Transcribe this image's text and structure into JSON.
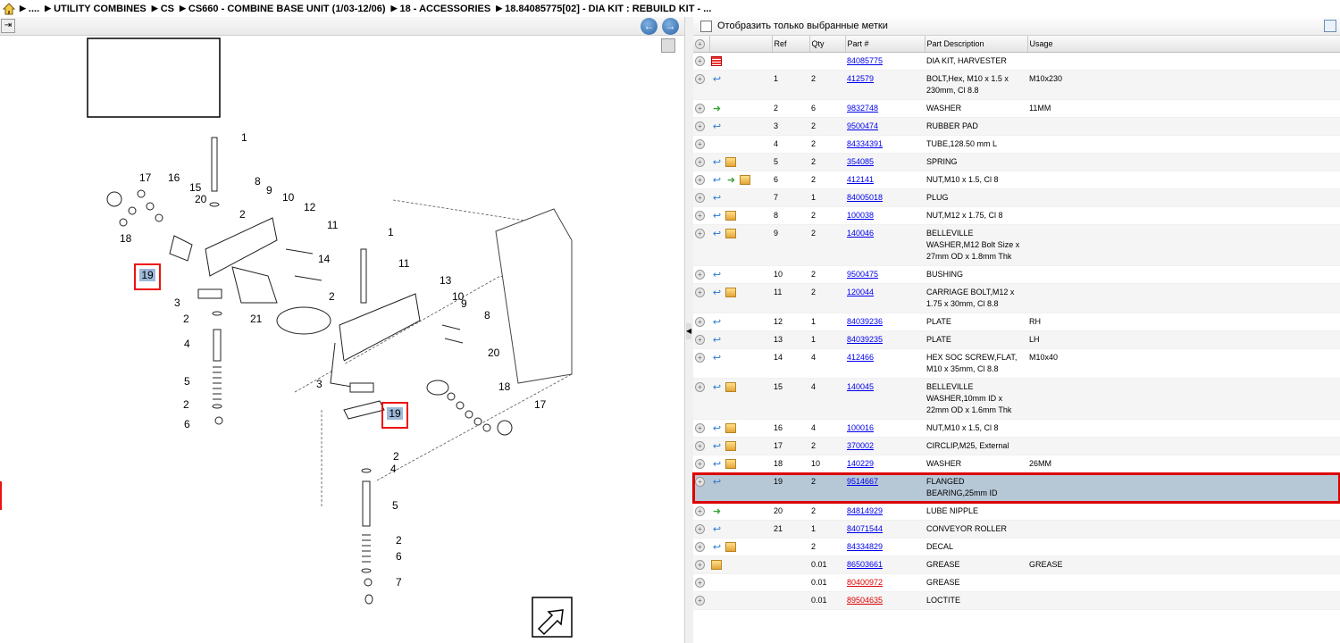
{
  "breadcrumb": {
    "items": [
      "....",
      "UTILITY COMBINES",
      "CS",
      "CS660 - COMBINE BASE UNIT (1/03-12/06)",
      "18 - ACCESSORIES",
      "18.84085775[02] - DIA KIT : REBUILD KIT - ..."
    ]
  },
  "filter": {
    "label": "Отобразить только выбранные метки"
  },
  "columns": [
    "Ref",
    "Qty",
    "Part #",
    "Part Description",
    "Usage"
  ],
  "rows": [
    {
      "icons": [
        "red-list"
      ],
      "ref": "",
      "qty": "",
      "part": "84085775",
      "desc": "DIA KIT, HARVESTER",
      "usage": ""
    },
    {
      "icons": [
        "blue-arrow"
      ],
      "ref": "1",
      "qty": "2",
      "part": "412579",
      "desc": "BOLT,Hex, M10 x 1.5 x 230mm, Cl 8.8",
      "usage": "M10x230"
    },
    {
      "icons": [
        "green-arrow"
      ],
      "ref": "2",
      "qty": "6",
      "part": "9832748",
      "desc": "WASHER",
      "usage": "11MM"
    },
    {
      "icons": [
        "blue-arrow"
      ],
      "ref": "3",
      "qty": "2",
      "part": "9500474",
      "desc": "RUBBER PAD",
      "usage": ""
    },
    {
      "icons": [],
      "ref": "4",
      "qty": "2",
      "part": "84334391",
      "desc": "TUBE,128.50 mm L",
      "usage": ""
    },
    {
      "icons": [
        "blue-arrow",
        "box"
      ],
      "ref": "5",
      "qty": "2",
      "part": "354085",
      "desc": "SPRING",
      "usage": ""
    },
    {
      "icons": [
        "blue-arrow",
        "green-arrow",
        "box"
      ],
      "ref": "6",
      "qty": "2",
      "part": "412141",
      "desc": "NUT,M10 x 1.5, Cl 8",
      "usage": ""
    },
    {
      "icons": [
        "blue-arrow"
      ],
      "ref": "7",
      "qty": "1",
      "part": "84005018",
      "desc": "PLUG",
      "usage": ""
    },
    {
      "icons": [
        "blue-arrow",
        "box"
      ],
      "ref": "8",
      "qty": "2",
      "part": "100038",
      "desc": "NUT,M12 x 1.75, Cl 8",
      "usage": ""
    },
    {
      "icons": [
        "blue-arrow",
        "box"
      ],
      "ref": "9",
      "qty": "2",
      "part": "140046",
      "desc": "BELLEVILLE WASHER,M12 Bolt Size x 27mm OD x 1.8mm Thk",
      "usage": ""
    },
    {
      "icons": [
        "blue-arrow"
      ],
      "ref": "10",
      "qty": "2",
      "part": "9500475",
      "desc": "BUSHING",
      "usage": ""
    },
    {
      "icons": [
        "blue-arrow",
        "box"
      ],
      "ref": "11",
      "qty": "2",
      "part": "120044",
      "desc": "CARRIAGE BOLT,M12 x 1.75 x 30mm, Cl 8.8",
      "usage": ""
    },
    {
      "icons": [
        "blue-arrow"
      ],
      "ref": "12",
      "qty": "1",
      "part": "84039236",
      "desc": "PLATE",
      "usage": "RH"
    },
    {
      "icons": [
        "blue-arrow"
      ],
      "ref": "13",
      "qty": "1",
      "part": "84039235",
      "desc": "PLATE",
      "usage": "LH"
    },
    {
      "icons": [
        "blue-arrow"
      ],
      "ref": "14",
      "qty": "4",
      "part": "412466",
      "desc": "HEX SOC SCREW,FLAT, M10 x 35mm, Cl 8.8",
      "usage": "M10x40"
    },
    {
      "icons": [
        "blue-arrow",
        "box"
      ],
      "ref": "15",
      "qty": "4",
      "part": "140045",
      "desc": "BELLEVILLE WASHER,10mm ID x 22mm OD x 1.6mm Thk",
      "usage": ""
    },
    {
      "icons": [
        "blue-arrow",
        "box"
      ],
      "ref": "16",
      "qty": "4",
      "part": "100016",
      "desc": "NUT,M10 x 1.5, Cl 8",
      "usage": ""
    },
    {
      "icons": [
        "blue-arrow",
        "box"
      ],
      "ref": "17",
      "qty": "2",
      "part": "370002",
      "desc": "CIRCLIP,M25, External",
      "usage": ""
    },
    {
      "icons": [
        "blue-arrow",
        "box"
      ],
      "ref": "18",
      "qty": "10",
      "part": "140229",
      "desc": "WASHER",
      "usage": "26MM"
    },
    {
      "icons": [
        "blue-arrow"
      ],
      "ref": "19",
      "qty": "2",
      "part": "9514667",
      "desc": "FLANGED BEARING,25mm ID",
      "usage": "",
      "selected": true
    },
    {
      "icons": [
        "green-arrow"
      ],
      "ref": "20",
      "qty": "2",
      "part": "84814929",
      "desc": "LUBE NIPPLE",
      "usage": ""
    },
    {
      "icons": [
        "blue-arrow"
      ],
      "ref": "21",
      "qty": "1",
      "part": "84071544",
      "desc": "CONVEYOR ROLLER",
      "usage": ""
    },
    {
      "icons": [
        "blue-arrow",
        "box"
      ],
      "ref": "",
      "qty": "2",
      "part": "84334829",
      "desc": "DECAL",
      "usage": ""
    },
    {
      "icons": [
        "box"
      ],
      "ref": "",
      "qty": "0.01",
      "part": "86503661",
      "desc": "GREASE",
      "usage": "GREASE"
    },
    {
      "icons": [],
      "ref": "",
      "qty": "0.01",
      "part": "80400972",
      "desc": "GREASE",
      "usage": "",
      "red": true
    },
    {
      "icons": [],
      "ref": "",
      "qty": "0.01",
      "part": "89504635",
      "desc": "LOCTITE",
      "usage": "",
      "red": true
    }
  ],
  "diagram": {
    "callouts": [
      "19",
      "19"
    ],
    "labels": [
      "1",
      "2",
      "3",
      "2",
      "4",
      "5",
      "2",
      "6",
      "17",
      "16",
      "15",
      "20",
      "18",
      "8",
      "9",
      "10",
      "12",
      "11",
      "14",
      "21",
      "1",
      "11",
      "2",
      "13",
      "10",
      "9",
      "8",
      "20",
      "3",
      "18",
      "17",
      "2",
      "4",
      "5",
      "2",
      "6",
      "7"
    ]
  }
}
